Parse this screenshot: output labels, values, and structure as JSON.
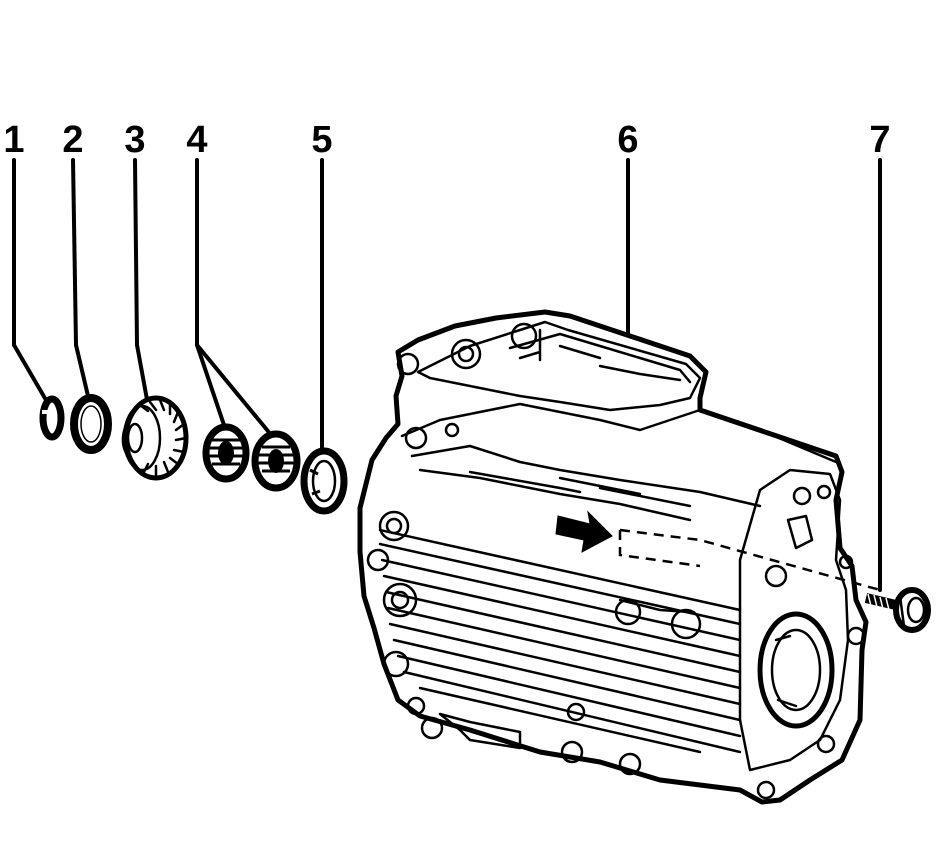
{
  "callouts": [
    {
      "id": "1",
      "label": "1"
    },
    {
      "id": "2",
      "label": "2"
    },
    {
      "id": "3",
      "label": "3"
    },
    {
      "id": "4",
      "label": "4"
    },
    {
      "id": "5",
      "label": "5"
    },
    {
      "id": "6",
      "label": "6"
    },
    {
      "id": "7",
      "label": "7"
    }
  ],
  "icons": [
    "snap-ring-icon",
    "washer-icon",
    "gear-icon",
    "needle-bearing-icon",
    "thrust-washer-icon",
    "transmission-case-icon",
    "bolt-icon",
    "direction-arrow-icon"
  ]
}
